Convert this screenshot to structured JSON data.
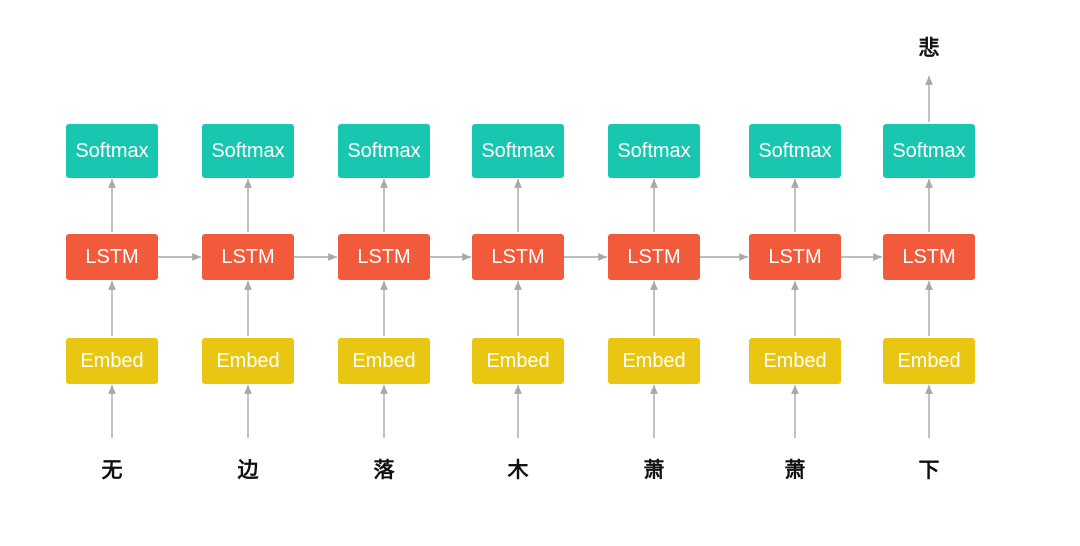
{
  "colors": {
    "softmax": "#19c7b1",
    "lstm": "#f25a3c",
    "embed": "#e8c612",
    "connector": "#a9a9a9",
    "block_text": "#ffffff",
    "char_text": "#111111"
  },
  "blocks": {
    "softmax_label": "Softmax",
    "lstm_label": "LSTM",
    "embed_label": "Embed"
  },
  "input_chars": [
    "无",
    "边",
    "落",
    "木",
    "萧",
    "萧",
    "下"
  ],
  "output_char": "悲"
}
